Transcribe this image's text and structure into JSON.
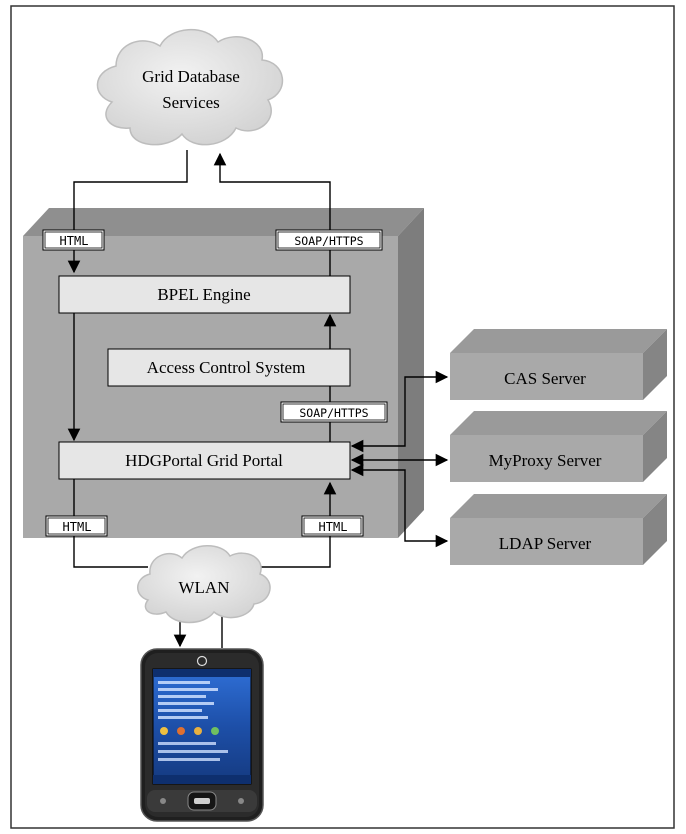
{
  "cloud_top": {
    "line1": "Grid Database",
    "line2": "Services"
  },
  "cloud_bottom": {
    "label": "WLAN"
  },
  "tags": {
    "html_top": "HTML",
    "soap_top": "SOAP/HTTPS",
    "soap_mid": "SOAP/HTTPS",
    "html_bottom_left": "HTML",
    "html_bottom_right": "HTML"
  },
  "boxes": {
    "bpel": "BPEL Engine",
    "access": "Access Control System",
    "portal": "HDGPortal Grid Portal"
  },
  "servers": {
    "cas": "CAS Server",
    "myproxy": "MyProxy Server",
    "ldap": "LDAP Server"
  },
  "device": {
    "brand_icon": "hp-logo"
  }
}
